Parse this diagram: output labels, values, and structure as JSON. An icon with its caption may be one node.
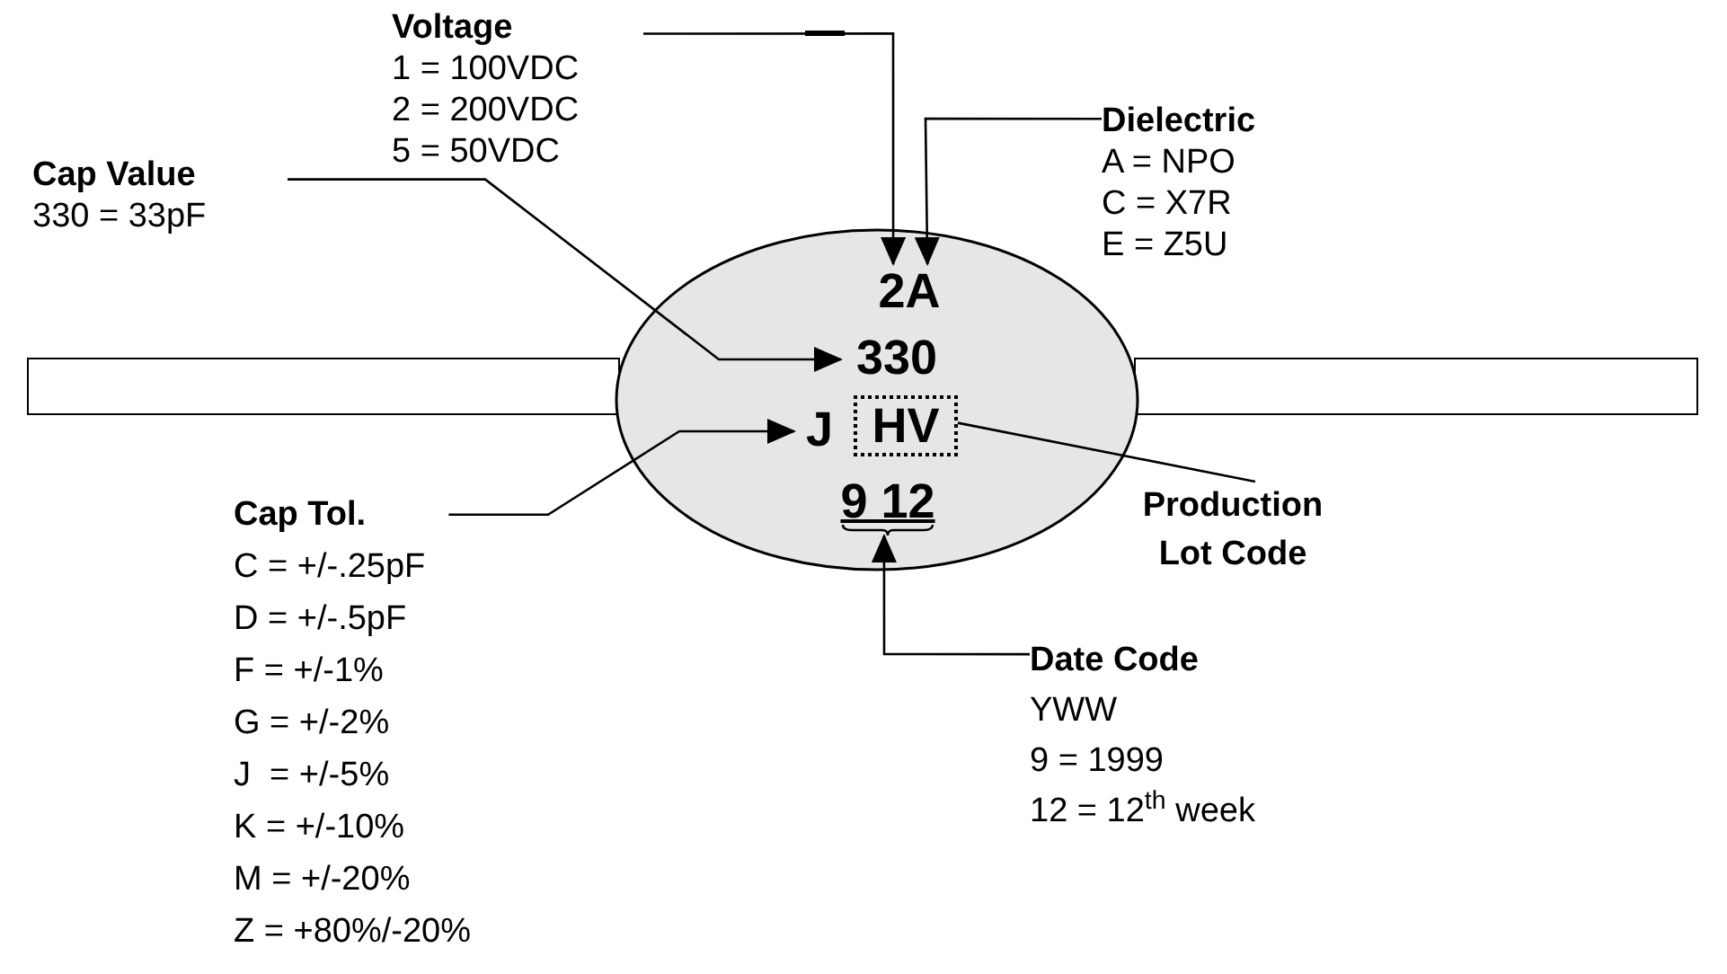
{
  "diagram": {
    "nodes": [
      {
        "text": [
          "Voltage",
          "1 = 100VDC",
          "2 = 200VDC",
          "5 = 50VDC"
        ]
      },
      {
        "text": [
          "Dielectric",
          "A = NPO",
          "C = X7R",
          "E = Z5U"
        ]
      },
      {
        "text": [
          "Cap Value",
          "330 = 33pF"
        ]
      },
      {
        "text": [
          "Cap Tol.",
          "C = +/-.25pF",
          "D = +/-.5pF",
          "F = +/-1%",
          "G = +/-2%",
          "J  = +/-5%",
          "K = +/-10%",
          "M = +/-20%",
          "Z = +80%/-20%"
        ]
      },
      {
        "text": [
          "Production Lot Code"
        ]
      },
      {
        "text": [
          "Date Code",
          "YWW",
          "9 = 1999",
          "12 = 12$^{th}$ week"
        ]
      },
      {
        "text": [],
        "shape": "circle"
      },
      {
        "text": [
          "2A"
        ],
        "in": 6
      },
      {
        "text": [
          "330"
        ],
        "in": 6
      },
      {
        "text": [
          "J"
        ],
        "in": 6
      },
      {
        "text": [
          "HV"
        ],
        "in": 6
      },
      {
        "text": [
          "9 12"
        ],
        "in": 6
      },
      {
        "text": [],
        "shape": "bar"
      },
      {
        "text": [],
        "shape": "bar"
      }
    ],
    "edges": [
      {
        "from": 0,
        "to": 7,
        "arrow": "to"
      },
      {
        "from": 1,
        "to": 7,
        "arrow": "to"
      },
      {
        "from": 2,
        "to": 8,
        "arrow": "to"
      },
      {
        "from": 3,
        "to": 9,
        "arrow": "to"
      },
      {
        "from": 4,
        "to": 10,
        "arrow": "none"
      },
      {
        "from": 5,
        "to": 11,
        "arrow": "to"
      }
    ]
  }
}
